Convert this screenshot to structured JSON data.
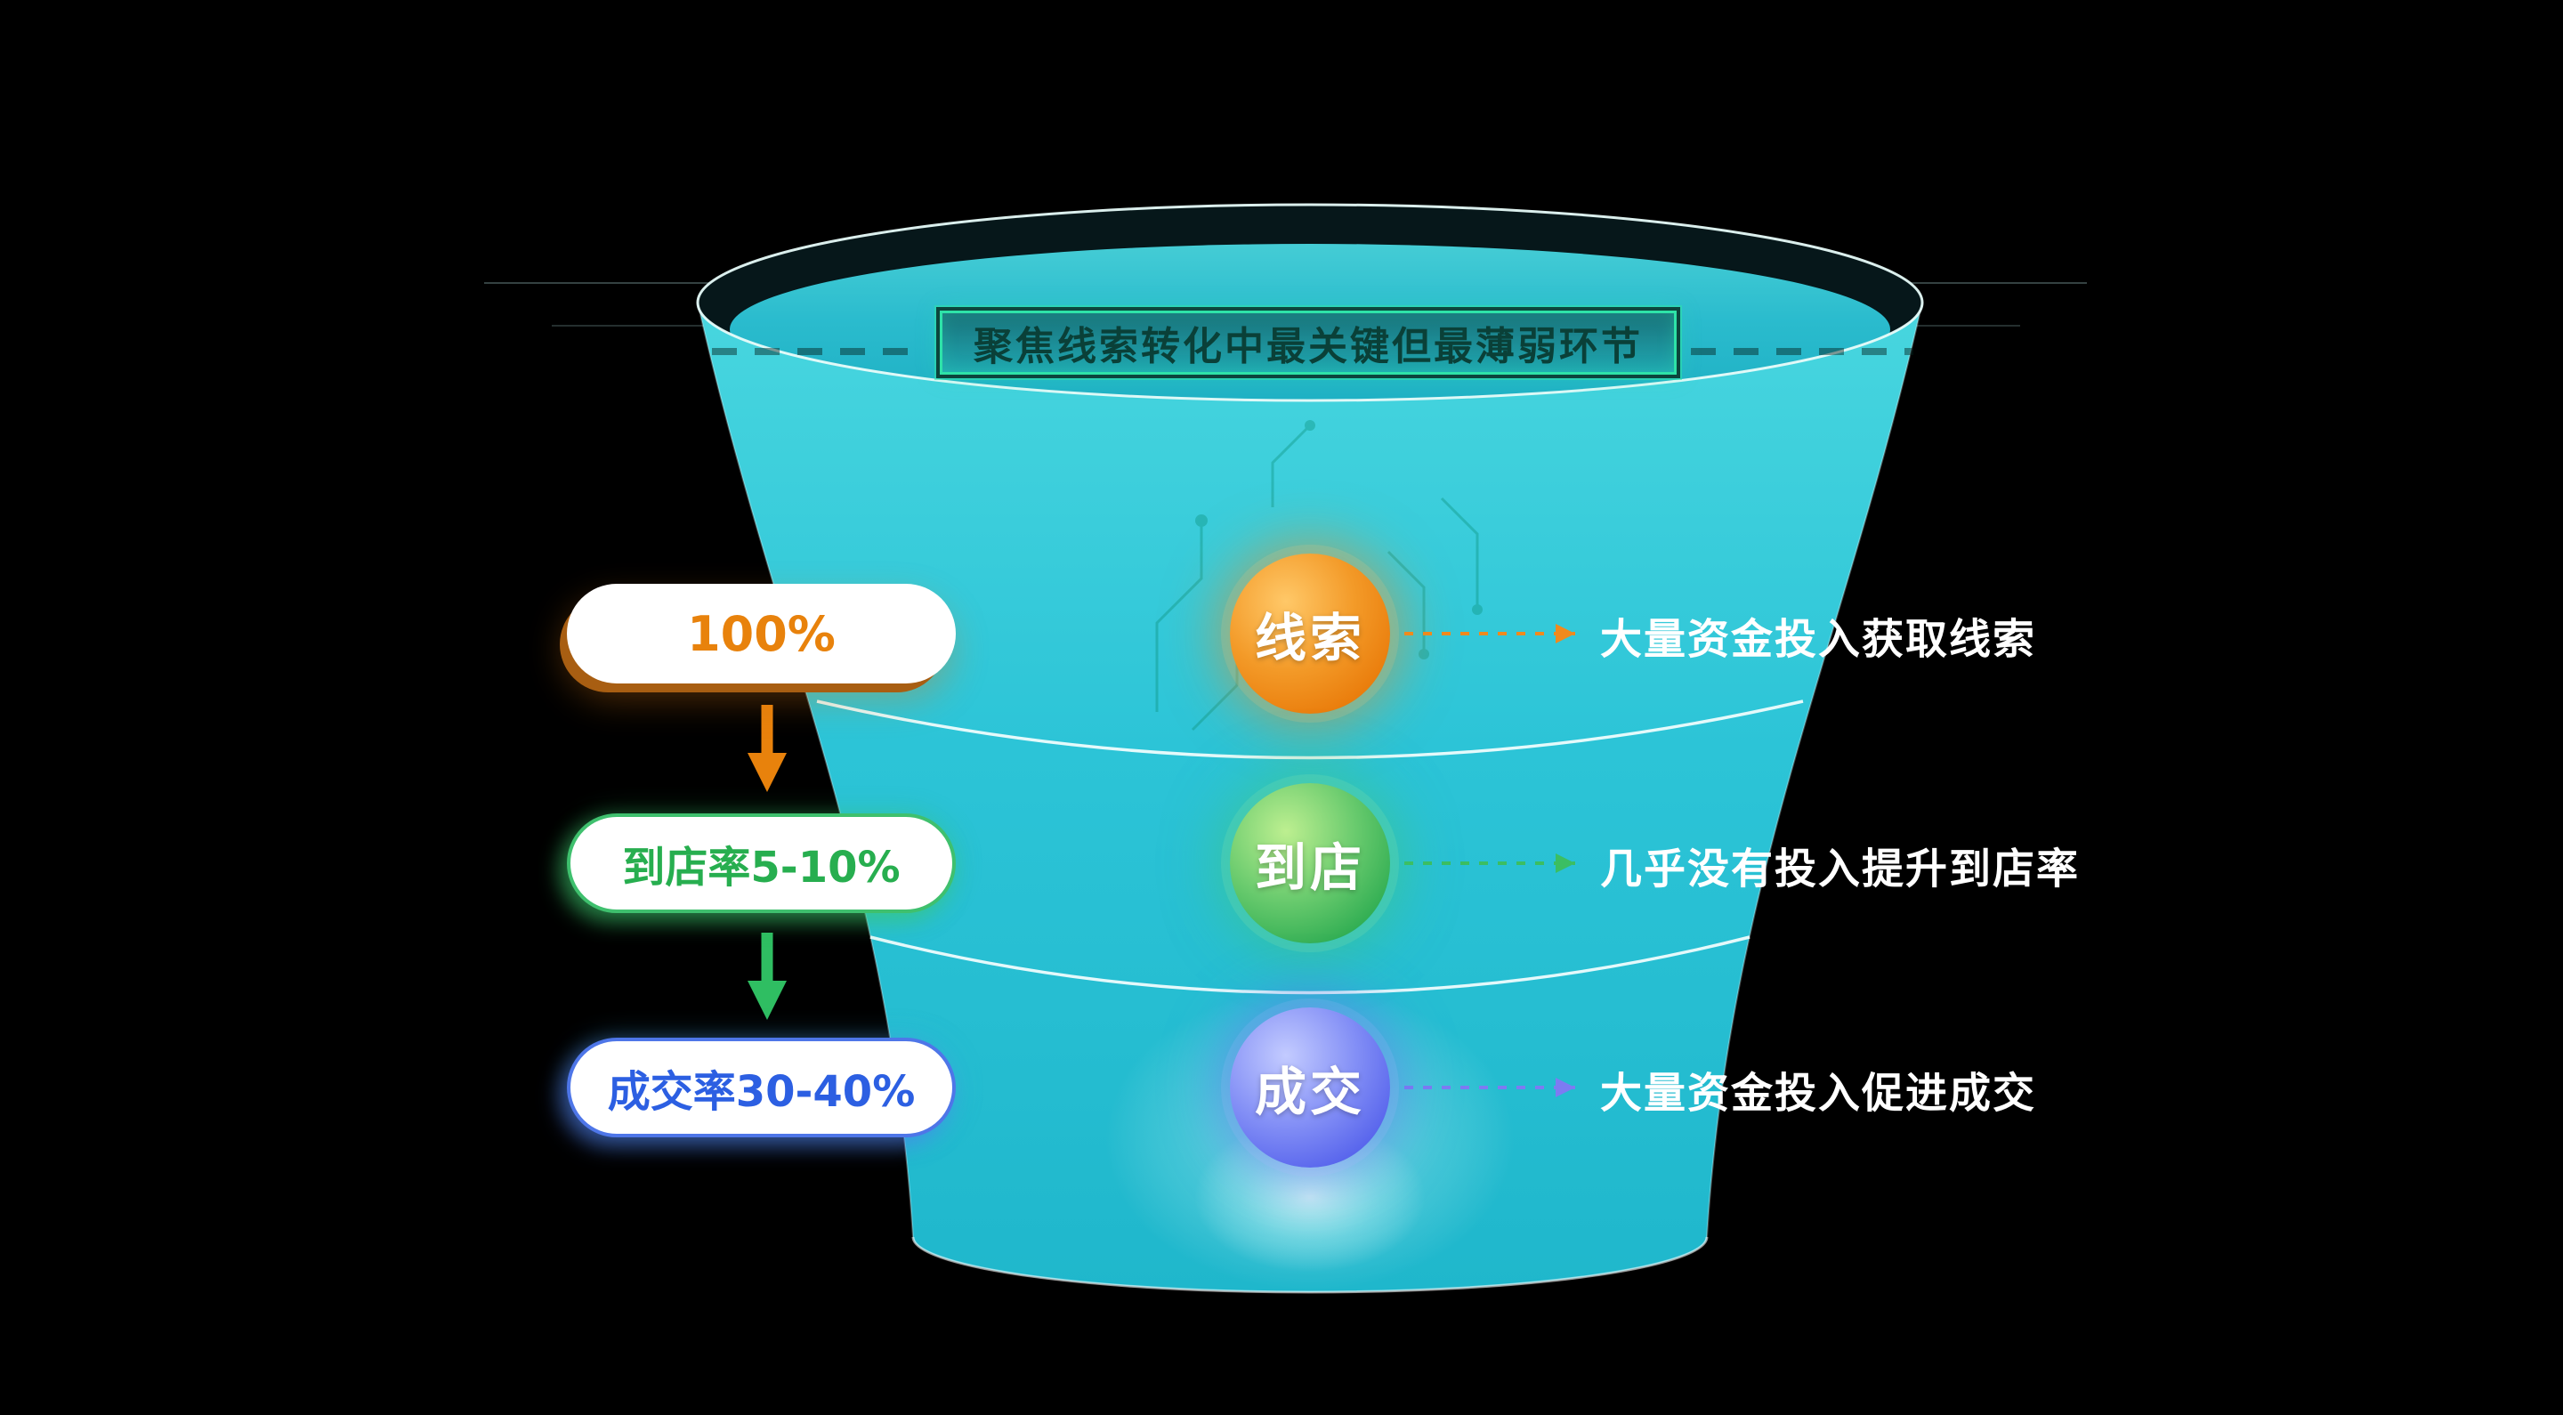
{
  "title": "聚焦线索转化中最关键但最薄弱环节",
  "stages": [
    {
      "circle": "线索",
      "pill": "100%",
      "note": "大量资金投入获取线索",
      "accent": "#EE8210"
    },
    {
      "circle": "到店",
      "pill": "到店率5-10%",
      "note": "几乎没有投入提升到店率",
      "accent": "#35B258"
    },
    {
      "circle": "成交",
      "pill": "成交率30-40%",
      "note": "大量资金投入促进成交",
      "accent": "#5A6AEE"
    }
  ],
  "colors": {
    "background": "#000000",
    "funnel": "#2BC3D6",
    "title_border": "#2EE3A8",
    "orange": "#E8820C",
    "green": "#2FBE62",
    "blue": "#5A6AEE"
  }
}
